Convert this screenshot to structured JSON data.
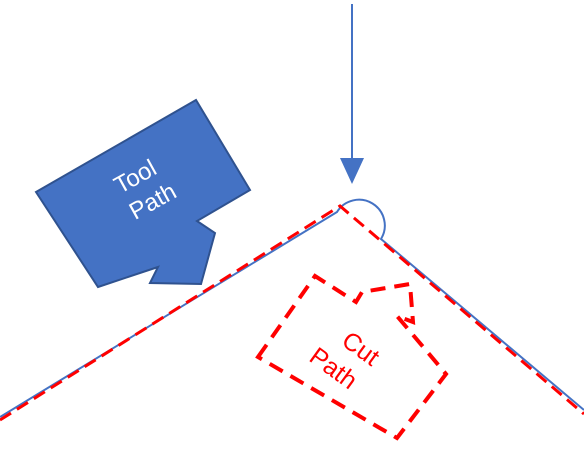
{
  "diagram": {
    "tool_label": {
      "line1": "Tool",
      "line2": "Path"
    },
    "cut_label": {
      "line1": "Cut",
      "line2": "Path"
    },
    "colors": {
      "tool": "#4472c4",
      "tool_border": "#2f528f",
      "cut": "#ff0000",
      "arrow": "#4472c4",
      "background": "#ffffff"
    }
  }
}
